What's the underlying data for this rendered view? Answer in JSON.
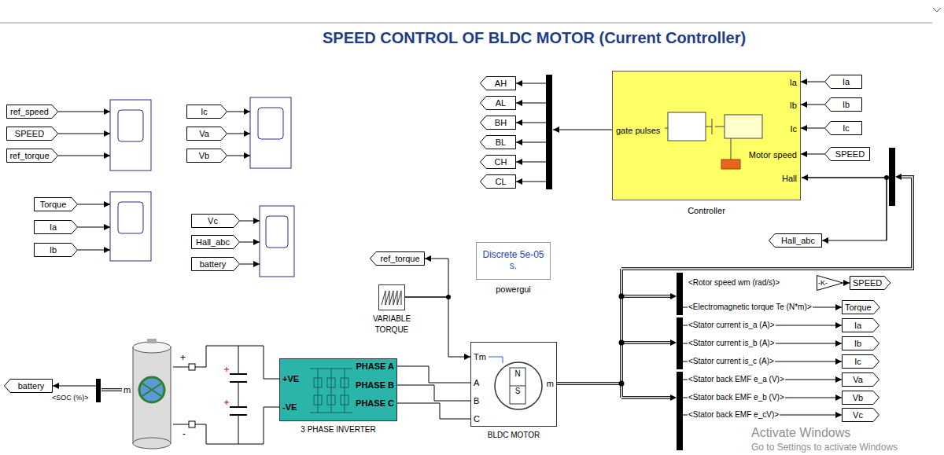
{
  "diagram": {
    "title": "SPEED CONTROL OF BLDC MOTOR (Current Controller)",
    "nodes": [
      {
        "text": [
          "ref_speed"
        ]
      },
      {
        "text": [
          "SPEED"
        ]
      },
      {
        "text": [
          "ref_torque"
        ]
      },
      {
        "text": [
          "Ic"
        ]
      },
      {
        "text": [
          "Va"
        ]
      },
      {
        "text": [
          "Vb"
        ]
      },
      {
        "text": [
          "Torque"
        ]
      },
      {
        "text": [
          "Ia"
        ]
      },
      {
        "text": [
          "Ib"
        ]
      },
      {
        "text": [
          "Vc"
        ]
      },
      {
        "text": [
          "Hall_abc"
        ]
      },
      {
        "text": [
          "battery"
        ]
      },
      {
        "text": [
          "AH"
        ]
      },
      {
        "text": [
          "AL"
        ]
      },
      {
        "text": [
          "BH"
        ]
      },
      {
        "text": [
          "BL"
        ]
      },
      {
        "text": [
          "CH"
        ]
      },
      {
        "text": [
          "CL"
        ]
      },
      {
        "text": [
          "Controller",
          "gate pulses",
          "Ia",
          "Ib",
          "Ic",
          "Motor speed",
          "Hall"
        ]
      },
      {
        "text": [
          "Ia"
        ]
      },
      {
        "text": [
          "Ib"
        ]
      },
      {
        "text": [
          "Ic"
        ]
      },
      {
        "text": [
          "SPEED"
        ]
      },
      {
        "text": [
          "Hall_abc"
        ]
      },
      {
        "text": [
          "ref_torque"
        ]
      },
      {
        "text": [
          "Discrete 5e-05 s.",
          "powergui"
        ]
      },
      {
        "text": [
          "VARIABLE TORQUE"
        ]
      },
      {
        "text": [
          "Tm",
          "A",
          "B",
          "C",
          "m",
          "N",
          "S",
          "BLDC MOTOR"
        ]
      },
      {
        "text": [
          "+VE",
          "-VE",
          "PHASE A",
          "PHASE B",
          "PHASE C",
          "3 PHASE INVERTER"
        ]
      },
      {
        "text": [
          "m"
        ]
      },
      {
        "text": [
          "battery"
        ]
      },
      {
        "text": [
          "-K-"
        ]
      },
      {
        "text": [
          "SPEED"
        ]
      },
      {
        "text": [
          "Torque"
        ]
      },
      {
        "text": [
          "Ia"
        ]
      },
      {
        "text": [
          "Ib"
        ]
      },
      {
        "text": [
          "Ic"
        ]
      },
      {
        "text": [
          "Va"
        ]
      },
      {
        "text": [
          "Vb"
        ]
      },
      {
        "text": [
          "Vc"
        ]
      }
    ],
    "edges": [
      {
        "from": 19,
        "to": 18,
        "arrow": "to"
      },
      {
        "from": 20,
        "to": 18,
        "arrow": "to"
      },
      {
        "from": 21,
        "to": 18,
        "arrow": "to"
      },
      {
        "from": 22,
        "to": 18,
        "arrow": "to"
      },
      {
        "from": 26,
        "to": 24,
        "arrow": "to"
      },
      {
        "from": 26,
        "to": 27,
        "arrow": "to"
      },
      {
        "from": 28,
        "to": 27,
        "arrow": "none"
      },
      {
        "from": 28,
        "to": 27,
        "arrow": "none"
      },
      {
        "from": 28,
        "to": 27,
        "arrow": "none"
      },
      {
        "from": 31,
        "to": 32,
        "arrow": "to"
      }
    ],
    "labels": [
      "<Rotor speed wm (rad/s)>",
      "<Electromagnetic torque Te (N*m)>",
      "<Stator current is_a (A)>",
      "<Stator current is_b (A)>",
      "<Stator current is_c (A)>",
      "<Stator back EMF e_a (V)>",
      "<Stator back EMF e_b (V)>",
      "<Stator back EMF e_cV)>",
      "<SOC (%)>",
      "+",
      "-",
      "Activate Windows",
      "Go to Settings to activate Windows"
    ]
  }
}
